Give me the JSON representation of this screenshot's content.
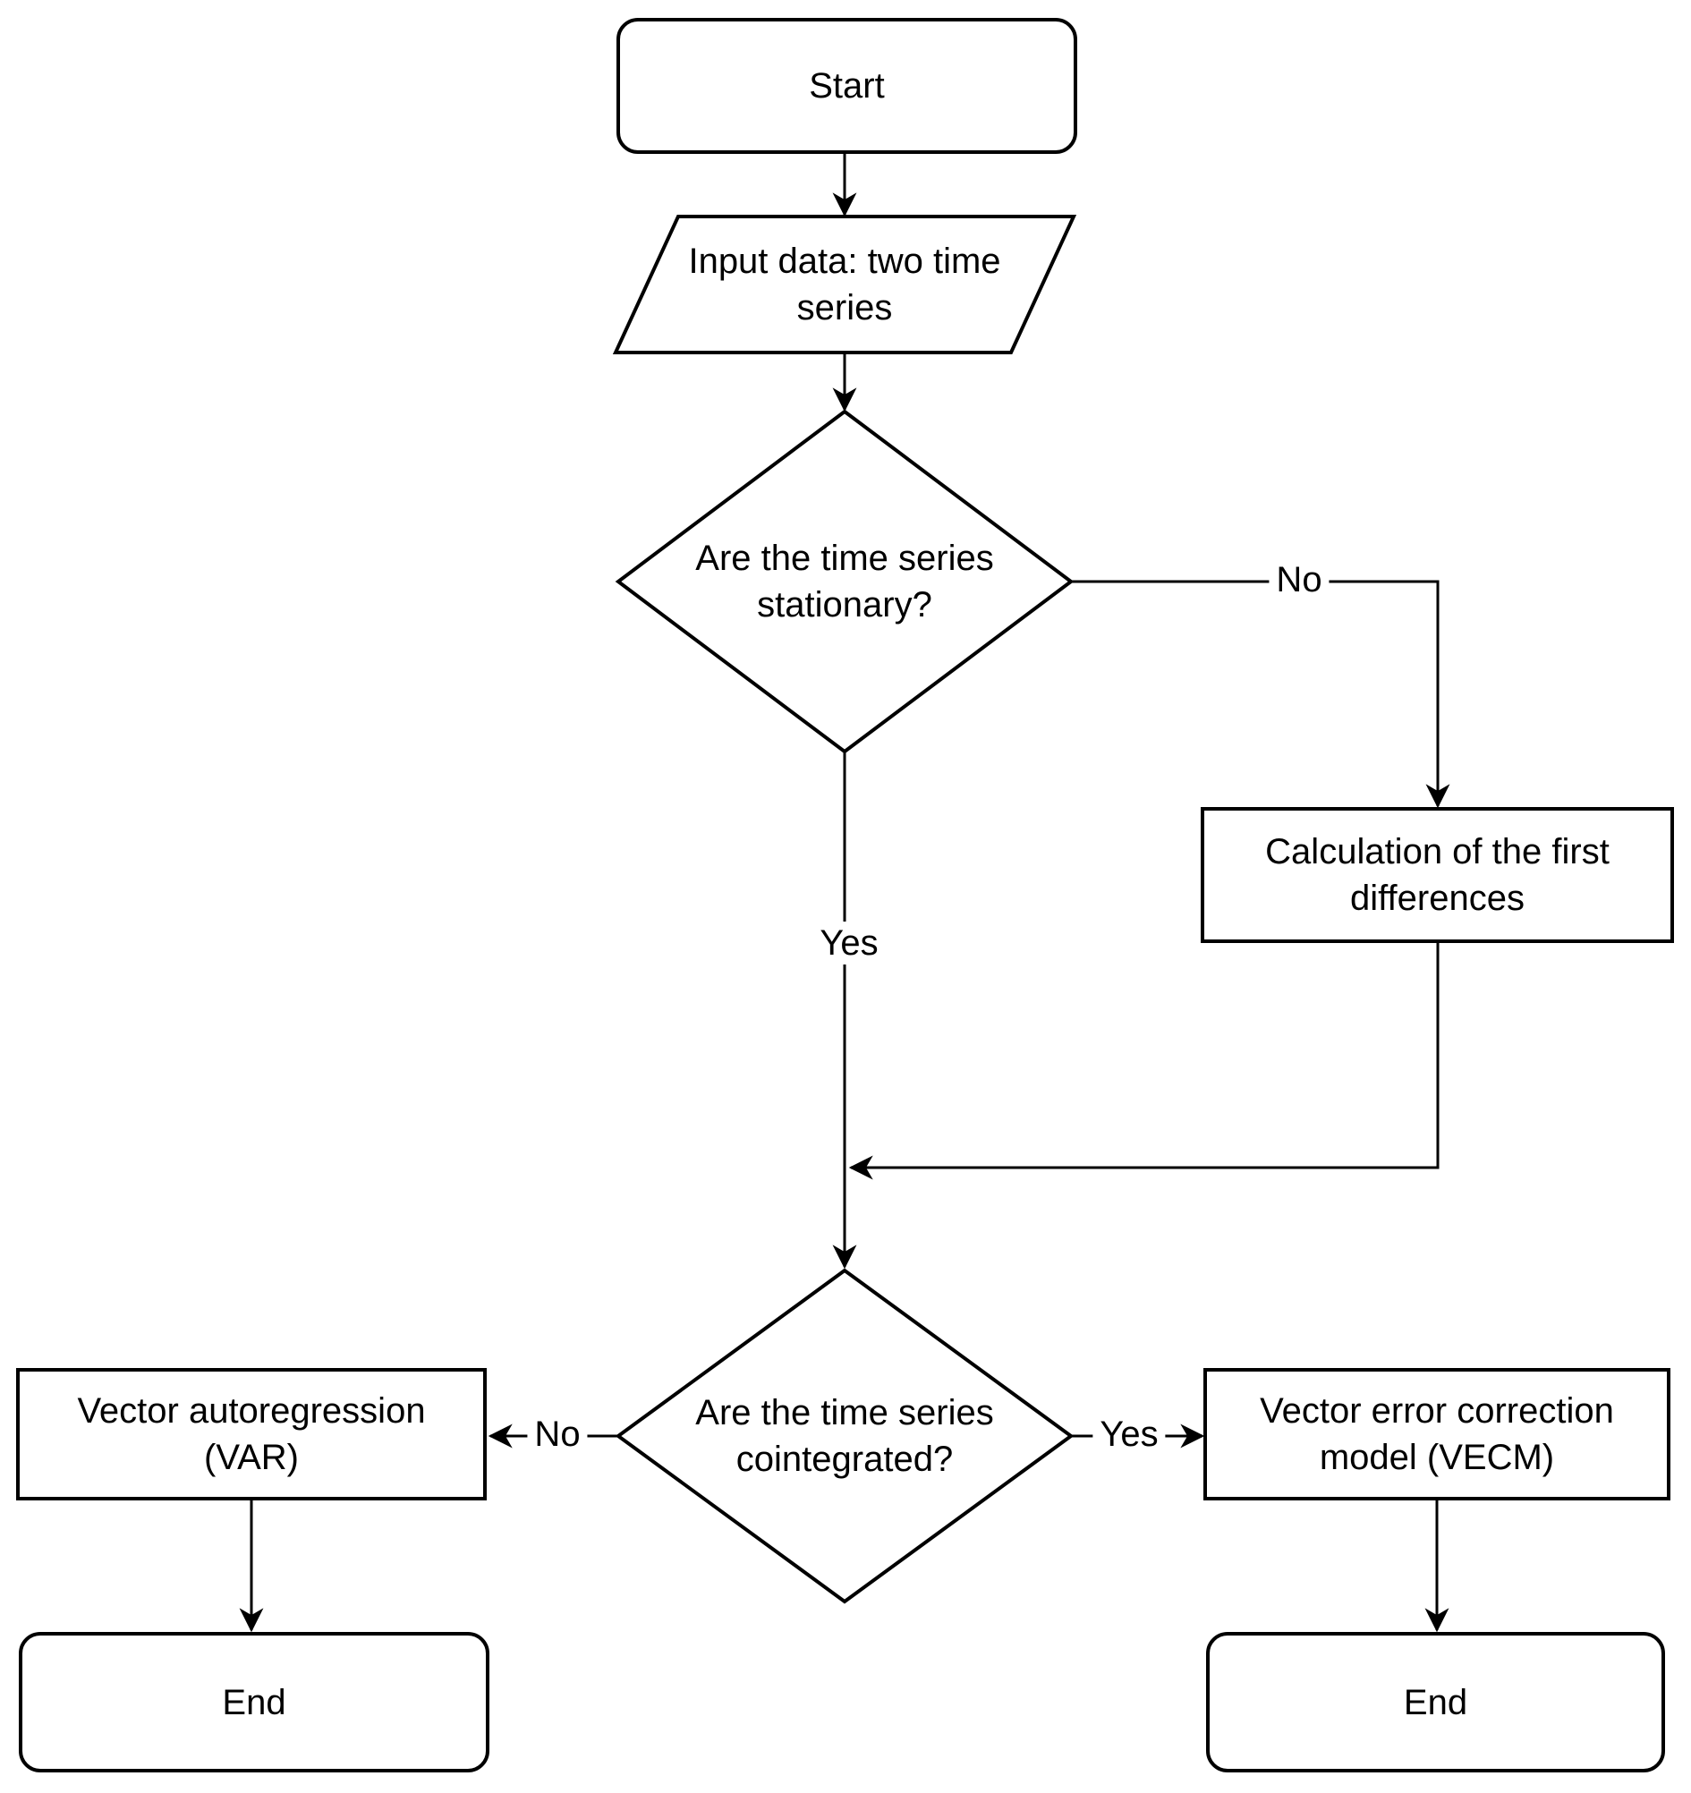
{
  "colors": {
    "stroke": "#000000",
    "fill": "#ffffff",
    "text": "#000000",
    "background": "#ffffff"
  },
  "nodes": {
    "start": {
      "label": "Start",
      "shape": "terminator"
    },
    "input_data": {
      "label": "Input data: two time series",
      "shape": "data-parallelogram"
    },
    "stationary_decision": {
      "label": "Are the time series stationary?",
      "shape": "decision-diamond"
    },
    "first_differences": {
      "label": "Calculation of the first differences",
      "shape": "process"
    },
    "cointegrated_decision": {
      "label": "Are the time series cointegrated?",
      "shape": "decision-diamond"
    },
    "var": {
      "label": "Vector autoregression (VAR)",
      "shape": "process"
    },
    "vecm": {
      "label": "Vector error correction model (VECM)",
      "shape": "process"
    },
    "end_left": {
      "label": "End",
      "shape": "terminator"
    },
    "end_right": {
      "label": "End",
      "shape": "terminator"
    }
  },
  "edge_labels": {
    "stationary_no": "No",
    "stationary_yes": "Yes",
    "cointegrated_no": "No",
    "cointegrated_yes": "Yes"
  }
}
